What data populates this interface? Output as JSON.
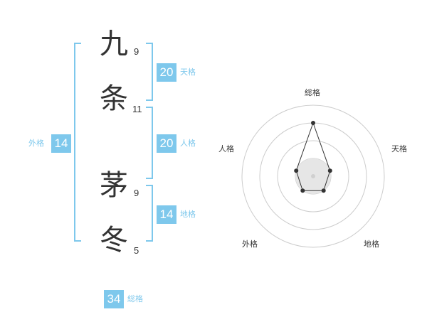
{
  "characters": [
    {
      "char": "九",
      "strokes": "9"
    },
    {
      "char": "条",
      "strokes": "11"
    },
    {
      "char": "茅",
      "strokes": "9"
    },
    {
      "char": "冬",
      "strokes": "5"
    }
  ],
  "kaku": {
    "tenkaku": {
      "value": "20",
      "label": "天格"
    },
    "jinkaku": {
      "value": "20",
      "label": "人格"
    },
    "chikaku": {
      "value": "14",
      "label": "地格"
    },
    "gaikaku": {
      "value": "14",
      "label": "外格"
    },
    "soukaku": {
      "value": "34",
      "label": "総格"
    }
  },
  "chart_data": {
    "type": "radar",
    "axes": [
      "総格",
      "天格",
      "地格",
      "外格",
      "人格"
    ],
    "levels": 4,
    "series": [
      {
        "values": [
          3,
          1,
          1,
          1,
          1
        ]
      }
    ],
    "colors": {
      "ring": "#cccccc",
      "line": "#333333",
      "fill": "#e6e6e6"
    }
  }
}
